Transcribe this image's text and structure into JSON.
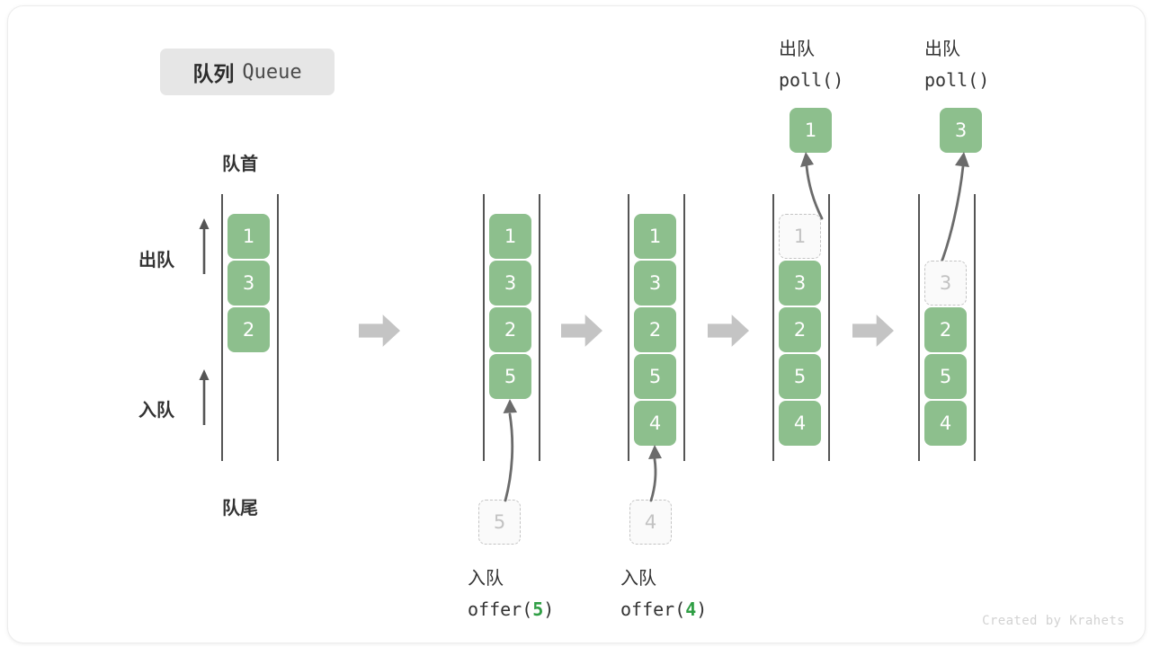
{
  "title": {
    "cn": "队列",
    "en": "Queue"
  },
  "labels": {
    "head": "队首",
    "tail": "队尾",
    "dequeue": "出队",
    "enqueue": "入队"
  },
  "watermark": "Created by Krahets",
  "colors": {
    "element_green": "#8dbf8d",
    "ghost_fill": "#fafafa",
    "ghost_border": "#c4c4c4",
    "rail": "#555555",
    "block_arrow": "#c4c4c4",
    "accent_number": "#2f9e44",
    "badge_bg": "#e6e6e6"
  },
  "stages": [
    {
      "name": "initial",
      "cells": [
        {
          "value": "1",
          "state": "filled"
        },
        {
          "value": "3",
          "state": "filled"
        },
        {
          "value": "2",
          "state": "filled"
        }
      ],
      "side_arrows": [
        {
          "label": "出队",
          "direction": "up"
        },
        {
          "label": "入队",
          "direction": "up"
        }
      ],
      "top_label": "队首",
      "bottom_label": "队尾"
    },
    {
      "name": "offer-5",
      "cells": [
        {
          "value": "1",
          "state": "filled"
        },
        {
          "value": "3",
          "state": "filled"
        },
        {
          "value": "2",
          "state": "filled"
        },
        {
          "value": "5",
          "state": "filled"
        }
      ],
      "incoming": {
        "value": "5",
        "state": "ghost"
      },
      "caption_cn": "入队",
      "caption_fn": "offer(",
      "caption_arg": "5",
      "caption_fn_end": ")"
    },
    {
      "name": "offer-4",
      "cells": [
        {
          "value": "1",
          "state": "filled"
        },
        {
          "value": "3",
          "state": "filled"
        },
        {
          "value": "2",
          "state": "filled"
        },
        {
          "value": "5",
          "state": "filled"
        },
        {
          "value": "4",
          "state": "filled"
        }
      ],
      "incoming": {
        "value": "4",
        "state": "ghost"
      },
      "caption_cn": "入队",
      "caption_fn": "offer(",
      "caption_arg": "4",
      "caption_fn_end": ")"
    },
    {
      "name": "poll-1",
      "cells": [
        {
          "value": "1",
          "state": "ghost"
        },
        {
          "value": "3",
          "state": "filled"
        },
        {
          "value": "2",
          "state": "filled"
        },
        {
          "value": "5",
          "state": "filled"
        },
        {
          "value": "4",
          "state": "filled"
        }
      ],
      "outgoing": {
        "value": "1",
        "state": "filled"
      },
      "caption_cn": "出队",
      "caption_fn": "poll()"
    },
    {
      "name": "poll-3",
      "cells": [
        {
          "value": "",
          "state": "blank"
        },
        {
          "value": "3",
          "state": "ghost"
        },
        {
          "value": "2",
          "state": "filled"
        },
        {
          "value": "5",
          "state": "filled"
        },
        {
          "value": "4",
          "state": "filled"
        }
      ],
      "outgoing": {
        "value": "3",
        "state": "filled"
      },
      "caption_cn": "出队",
      "caption_fn": "poll()"
    }
  ]
}
